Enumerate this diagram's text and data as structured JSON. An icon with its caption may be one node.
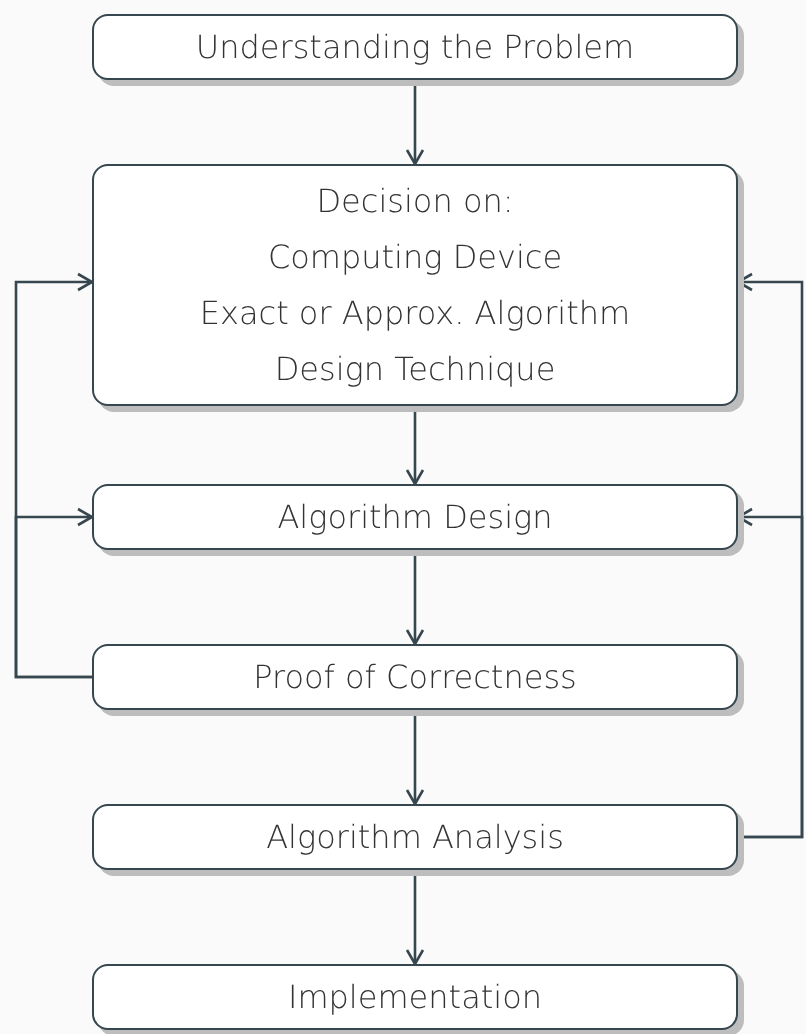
{
  "diagram": {
    "nodes": [
      {
        "text": [
          "Understanding the Problem"
        ]
      },
      {
        "text": [
          "Decision on:",
          "Computing Device",
          "Exact or Approx. Algorithm",
          "Design Technique"
        ]
      },
      {
        "text": [
          "Algorithm Design"
        ]
      },
      {
        "text": [
          "Proof of Correctness"
        ]
      },
      {
        "text": [
          "Algorithm Analysis"
        ]
      },
      {
        "text": [
          "Implementation"
        ]
      }
    ],
    "edges": [
      {
        "from": 0,
        "to": 1,
        "arrow": "to"
      },
      {
        "from": 1,
        "to": 2,
        "arrow": "to"
      },
      {
        "from": 2,
        "to": 3,
        "arrow": "to"
      },
      {
        "from": 3,
        "to": 4,
        "arrow": "to"
      },
      {
        "from": 4,
        "to": 5,
        "arrow": "to"
      },
      {
        "from": 3,
        "to": 1,
        "arrow": "to"
      },
      {
        "from": 3,
        "to": 2,
        "arrow": "to"
      },
      {
        "from": 4,
        "to": 1,
        "arrow": "to"
      },
      {
        "from": 4,
        "to": 2,
        "arrow": "to"
      }
    ]
  }
}
